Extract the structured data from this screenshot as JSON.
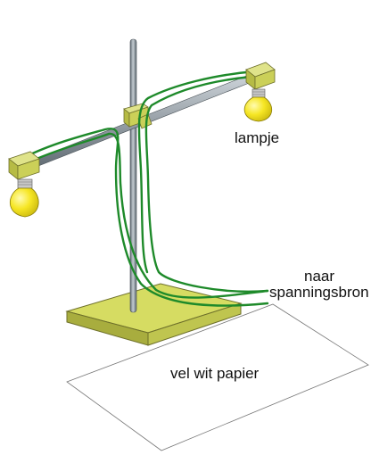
{
  "labels": {
    "lamp": "lampje",
    "source_line1": "naar",
    "source_line2": "spanningsbron",
    "paper": "vel wit papier"
  },
  "colors": {
    "wire": "#1e8a2a",
    "bulb": "#f4e21a",
    "socket_and_base": "#d6dc62",
    "rod": "#8a969e",
    "background": "#ffffff"
  },
  "icons": [
    "lamp-bulb-icon"
  ]
}
